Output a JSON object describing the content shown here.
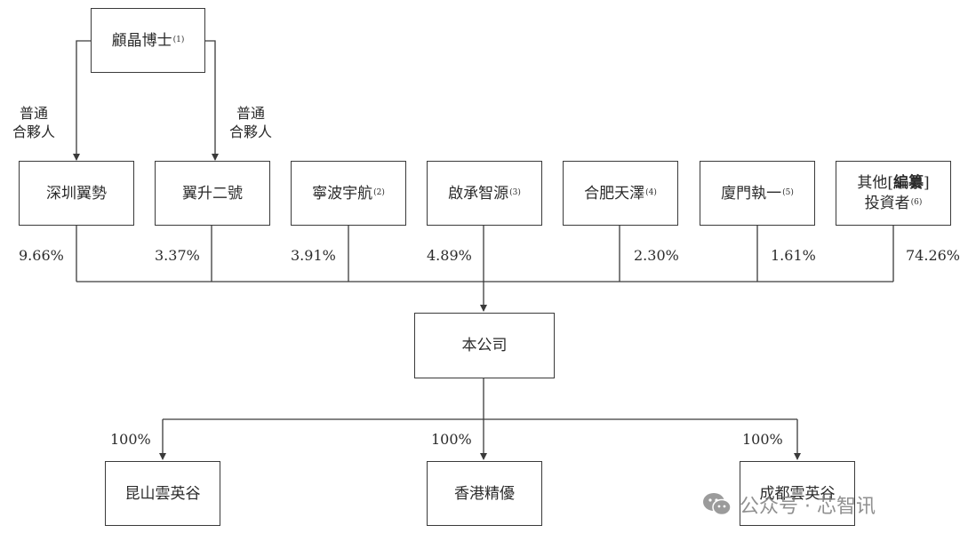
{
  "top": {
    "name": "顧晶博士",
    "note": "(1)"
  },
  "relation_left": [
    "普通",
    "合夥人"
  ],
  "relation_right": [
    "普通",
    "合夥人"
  ],
  "shareholders": [
    {
      "name": "深圳翼勢",
      "note": "",
      "pct": "9.66%"
    },
    {
      "name": "翼升二號",
      "note": "",
      "pct": "3.37%"
    },
    {
      "name": "寧波宇航",
      "note": "(2)",
      "pct": "3.91%"
    },
    {
      "name": "啟承智源",
      "note": "(3)",
      "pct": "4.89%"
    },
    {
      "name": "合肥天澤",
      "note": "(4)",
      "pct": "2.30%"
    },
    {
      "name": "廈門執一",
      "note": "(5)",
      "pct": "1.61%"
    },
    {
      "name_pre": "其他[",
      "name_bold": "編纂",
      "name_post": "]",
      "name_line2": "投資者",
      "note": "(6)",
      "pct": "74.26%"
    }
  ],
  "company": "本公司",
  "subsidiaries": [
    {
      "name": "昆山雲英谷",
      "pct": "100%"
    },
    {
      "name": "香港精優",
      "pct": "100%"
    },
    {
      "name": "成都雲英谷",
      "pct": "100%"
    }
  ],
  "watermark": "公众号 · 芯智讯",
  "colors": {
    "line": "#3a3a3a",
    "text": "#2b2b2b",
    "watermark": "#7d7d7d"
  }
}
